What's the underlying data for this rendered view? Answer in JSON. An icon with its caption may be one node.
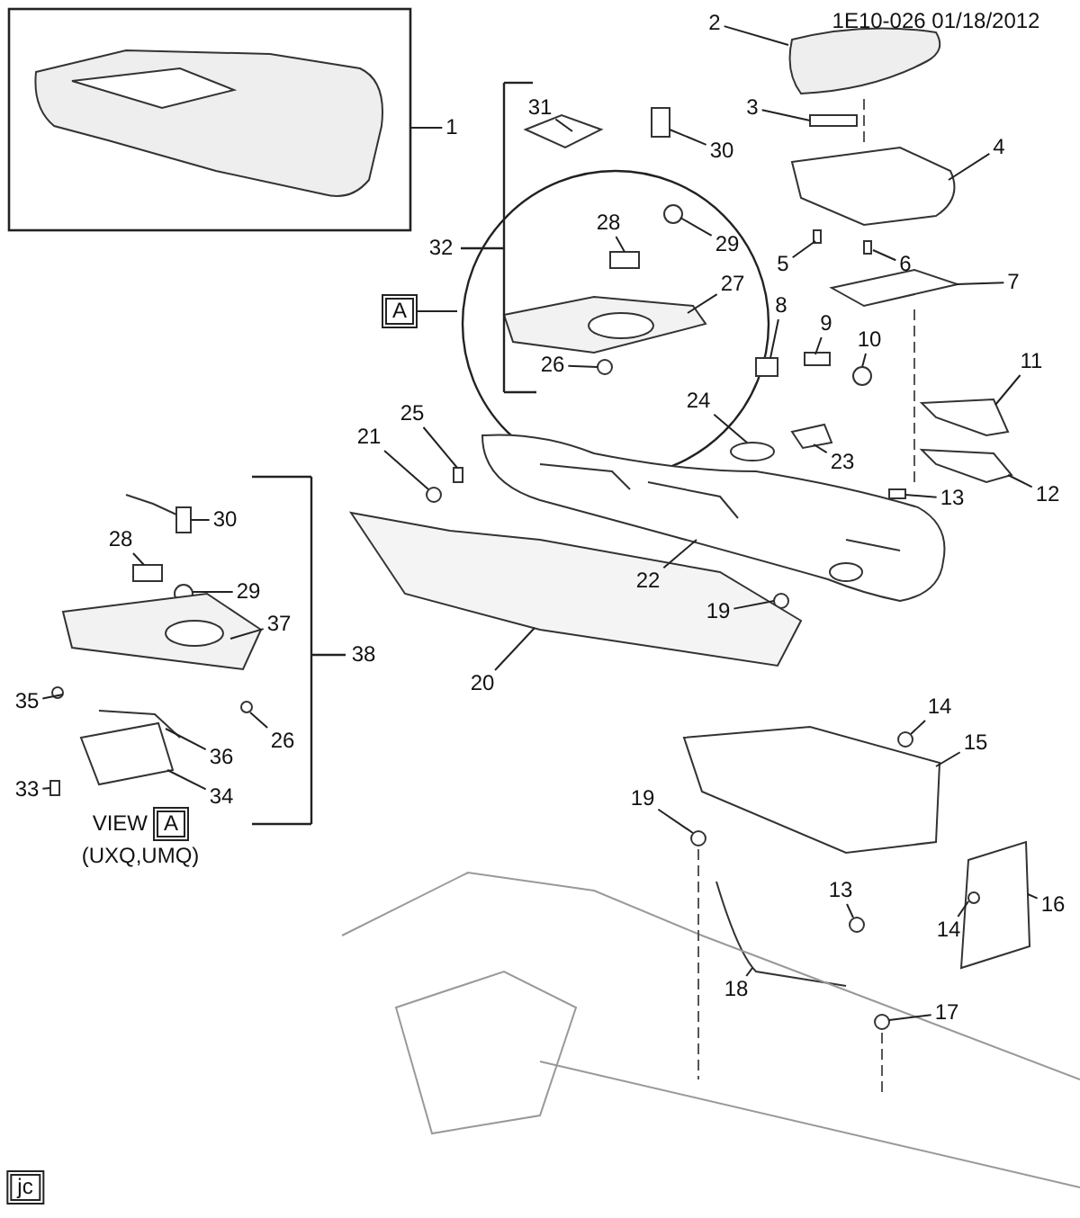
{
  "diagram": {
    "nodes": [
      {
        "text": [
          "2"
        ]
      },
      {
        "text": [
          "3"
        ]
      },
      {
        "text": [
          "31"
        ]
      },
      {
        "text": [
          "30"
        ]
      },
      {
        "text": [
          "1"
        ]
      },
      {
        "text": [
          "4"
        ]
      },
      {
        "text": [
          "28"
        ]
      },
      {
        "text": [
          "29"
        ]
      },
      {
        "text": [
          "6"
        ]
      },
      {
        "text": [
          "5"
        ]
      },
      {
        "text": [
          "7"
        ]
      },
      {
        "text": [
          "27"
        ]
      },
      {
        "text": [
          "A"
        ]
      },
      {
        "text": [
          "8"
        ]
      },
      {
        "text": [
          "9"
        ]
      },
      {
        "text": [
          "10"
        ]
      },
      {
        "text": [
          "11"
        ]
      },
      {
        "text": [
          "26"
        ]
      },
      {
        "text": [
          "24"
        ]
      },
      {
        "text": [
          "25"
        ]
      },
      {
        "text": [
          "21"
        ]
      },
      {
        "text": [
          "23"
        ]
      },
      {
        "text": [
          "12"
        ]
      },
      {
        "text": [
          "13"
        ]
      },
      {
        "text": [
          "30"
        ]
      },
      {
        "text": [
          "28"
        ]
      },
      {
        "text": [
          "22"
        ]
      },
      {
        "text": [
          "29"
        ]
      },
      {
        "text": [
          "19"
        ]
      },
      {
        "text": [
          "37"
        ]
      },
      {
        "text": [
          "20"
        ]
      },
      {
        "text": [
          "35"
        ]
      },
      {
        "text": [
          "14"
        ]
      },
      {
        "text": [
          "26"
        ]
      },
      {
        "text": [
          "15"
        ]
      },
      {
        "text": [
          "36"
        ]
      },
      {
        "text": [
          "33"
        ]
      },
      {
        "text": [
          "34"
        ]
      },
      {
        "text": [
          "19"
        ]
      },
      {
        "text": [
          "13"
        ]
      },
      {
        "text": [
          "16"
        ]
      },
      {
        "text": [
          "14"
        ]
      },
      {
        "text": [
          "18"
        ]
      },
      {
        "text": [
          "17"
        ]
      },
      {
        "text": [
          "A"
        ],
        "beside": [
          "VIEW"
        ]
      },
      {
        "text": [
          "jc"
        ]
      },
      {
        "text": [],
        "shape": "picture"
      }
    ],
    "edges": [
      {
        "from": 0,
        "to": null,
        "arrow": "none"
      },
      {
        "from": 1,
        "to": null,
        "arrow": "none"
      },
      {
        "from": 2,
        "to": null,
        "arrow": "none"
      },
      {
        "from": 3,
        "to": null,
        "arrow": "none"
      },
      {
        "from": 4,
        "to": 46,
        "arrow": "none"
      },
      {
        "from": 5,
        "to": null,
        "arrow": "none"
      },
      {
        "from": 6,
        "to": null,
        "arrow": "none"
      },
      {
        "from": 7,
        "to": null,
        "arrow": "none"
      },
      {
        "from": 8,
        "to": null,
        "arrow": "none"
      },
      {
        "from": 9,
        "to": null,
        "arrow": "none"
      },
      {
        "from": 10,
        "to": null,
        "arrow": "none"
      },
      {
        "from": 11,
        "to": null,
        "arrow": "none"
      },
      {
        "from": 12,
        "to": null,
        "arrow": "none"
      },
      {
        "from": 13,
        "to": null,
        "arrow": "none"
      },
      {
        "from": 14,
        "to": null,
        "arrow": "none"
      },
      {
        "from": 15,
        "to": null,
        "arrow": "none"
      },
      {
        "from": 16,
        "to": null,
        "arrow": "none"
      },
      {
        "from": 17,
        "to": null,
        "arrow": "none"
      },
      {
        "from": 18,
        "to": null,
        "arrow": "none"
      },
      {
        "from": 19,
        "to": null,
        "arrow": "none"
      },
      {
        "from": 20,
        "to": null,
        "arrow": "none"
      },
      {
        "from": 21,
        "to": null,
        "arrow": "none"
      },
      {
        "from": 22,
        "to": null,
        "arrow": "none"
      },
      {
        "from": 23,
        "to": null,
        "arrow": "none"
      },
      {
        "from": 24,
        "to": null,
        "arrow": "none"
      },
      {
        "from": 25,
        "to": null,
        "arrow": "none"
      },
      {
        "from": 26,
        "to": null,
        "arrow": "none"
      },
      {
        "from": 27,
        "to": null,
        "arrow": "none"
      },
      {
        "from": 28,
        "to": null,
        "arrow": "none"
      },
      {
        "from": 29,
        "to": null,
        "arrow": "none"
      },
      {
        "from": 30,
        "to": null,
        "arrow": "none"
      },
      {
        "from": 31,
        "to": null,
        "arrow": "none"
      },
      {
        "from": 32,
        "to": null,
        "arrow": "none"
      },
      {
        "from": 33,
        "to": null,
        "arrow": "none"
      },
      {
        "from": 34,
        "to": null,
        "arrow": "none"
      },
      {
        "from": 35,
        "to": null,
        "arrow": "none"
      },
      {
        "from": 36,
        "to": null,
        "arrow": "none"
      },
      {
        "from": 37,
        "to": null,
        "arrow": "none"
      },
      {
        "from": 38,
        "to": null,
        "arrow": "none"
      },
      {
        "from": 39,
        "to": null,
        "arrow": "none"
      },
      {
        "from": 40,
        "to": null,
        "arrow": "none"
      },
      {
        "from": 41,
        "to": null,
        "arrow": "none"
      },
      {
        "from": 42,
        "to": null,
        "arrow": "none"
      },
      {
        "from": 43,
        "to": null,
        "arrow": "none"
      }
    ],
    "labels": [
      "1E10-026 01/18/2012",
      "32",
      "38",
      "(UXQ,UMQ)"
    ]
  }
}
